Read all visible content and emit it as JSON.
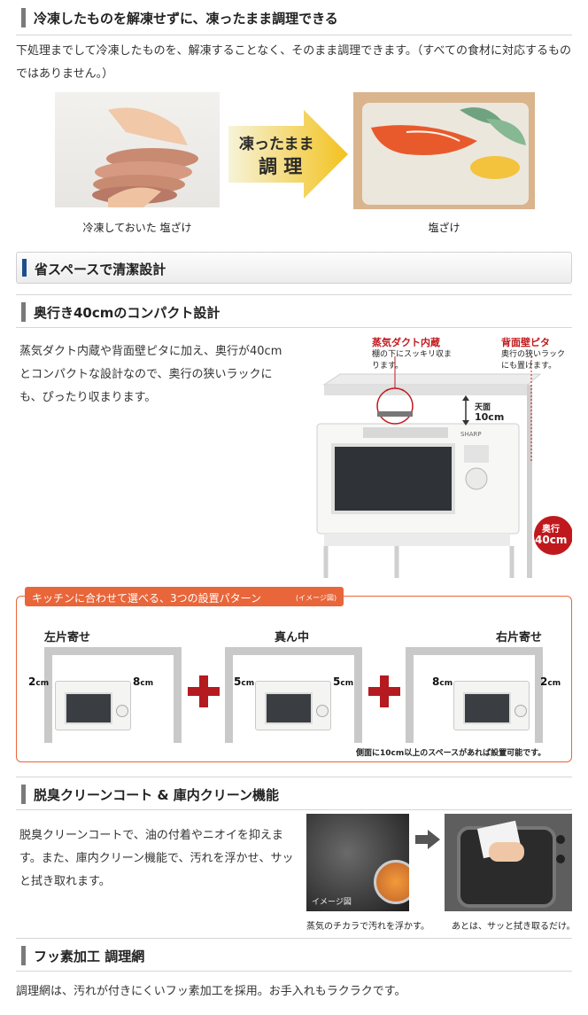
{
  "section_frozen": {
    "heading": "冷凍したものを解凍せずに、凍ったまま調理できる",
    "body": "下処理までして冷凍したものを、解凍することなく、そのまま調理できます。（すべての食材に対応するものではありません。）",
    "arrow_line1": "凍ったまま",
    "arrow_line2": "調 理",
    "caption_left": "冷凍しておいた 塩ざけ",
    "caption_right": "塩ざけ"
  },
  "section_space": {
    "heading": "省スペースで清潔設計"
  },
  "section_compact": {
    "heading": "奥行き40cmのコンパクト設計",
    "body": "蒸気ダクト内蔵や背面壁ピタに加え、奥行が40cmとコンパクトな設計なので、奥行の狭いラックにも、ぴったり収まります。",
    "duct_title": "蒸気ダクト内蔵",
    "duct_note": "棚の下にスッキリ収まります。",
    "wall_title": "背面壁ピタ",
    "wall_note": "奥行の狭いラックにも置けます。",
    "top_label": "天面",
    "top_value": "10cm",
    "depth_label": "奥行",
    "depth_value": "40cm",
    "brand": "SHARP"
  },
  "section_patterns": {
    "banner": "キッチンに合わせて選べる、3つの設置パターン",
    "banner_note": "(イメージ図)",
    "patterns": [
      {
        "label": "左片寄せ",
        "left": "2",
        "right": "8",
        "unit": "cm"
      },
      {
        "label": "真ん中",
        "left": "5",
        "right": "5",
        "unit": "cm"
      },
      {
        "label": "右片寄せ",
        "left": "8",
        "right": "2",
        "unit": "cm"
      }
    ],
    "footnote": "側面に10cm以上のスペースがあれば設置可能です。"
  },
  "section_clean": {
    "heading": "脱臭クリーンコート & 庫内クリーン機能",
    "body": "脱臭クリーンコートで、油の付着やニオイを抑えます。また、庫内クリーン機能で、汚れを浮かせ、サッと拭き取れます。",
    "image_note": "イメージ図",
    "caption_left": "蒸気のチカラで汚れを浮かす。",
    "caption_right": "あとは、サッと拭き取るだけ。"
  },
  "section_fluoro": {
    "heading": "フッ素加工 調理網",
    "body": "調理網は、汚れが付きにくいフッ素加工を採用。お手入れもラクラクです。"
  },
  "colors": {
    "accent_red": "#c0191d",
    "orange_banner": "#e8663a",
    "header_bar": "#7a7a7a",
    "space_bar": "#1e4f8c"
  }
}
